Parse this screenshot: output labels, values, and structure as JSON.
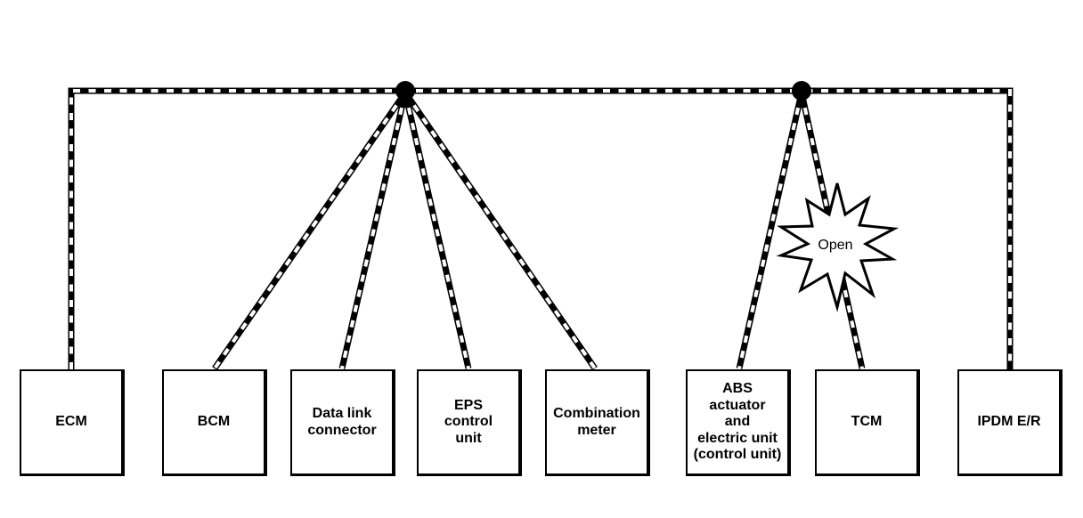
{
  "diagram": {
    "kind": "can-communication-wiring-diagram",
    "fault_label": "Open",
    "units": [
      {
        "id": "ecm",
        "label": "ECM"
      },
      {
        "id": "bcm",
        "label": "BCM"
      },
      {
        "id": "dlc",
        "label": "Data link\nconnector"
      },
      {
        "id": "eps",
        "label": "EPS\ncontrol\nunit"
      },
      {
        "id": "comb",
        "label": "Combination\nmeter"
      },
      {
        "id": "abs",
        "label": "ABS\nactuator\nand\nelectric unit\n(control unit)"
      },
      {
        "id": "tcm",
        "label": "TCM"
      },
      {
        "id": "ipdm",
        "label": "IPDM E/R"
      }
    ],
    "colors": {
      "wire": "#000000",
      "wire_dash": "#ffffff",
      "background": "#ffffff"
    }
  }
}
